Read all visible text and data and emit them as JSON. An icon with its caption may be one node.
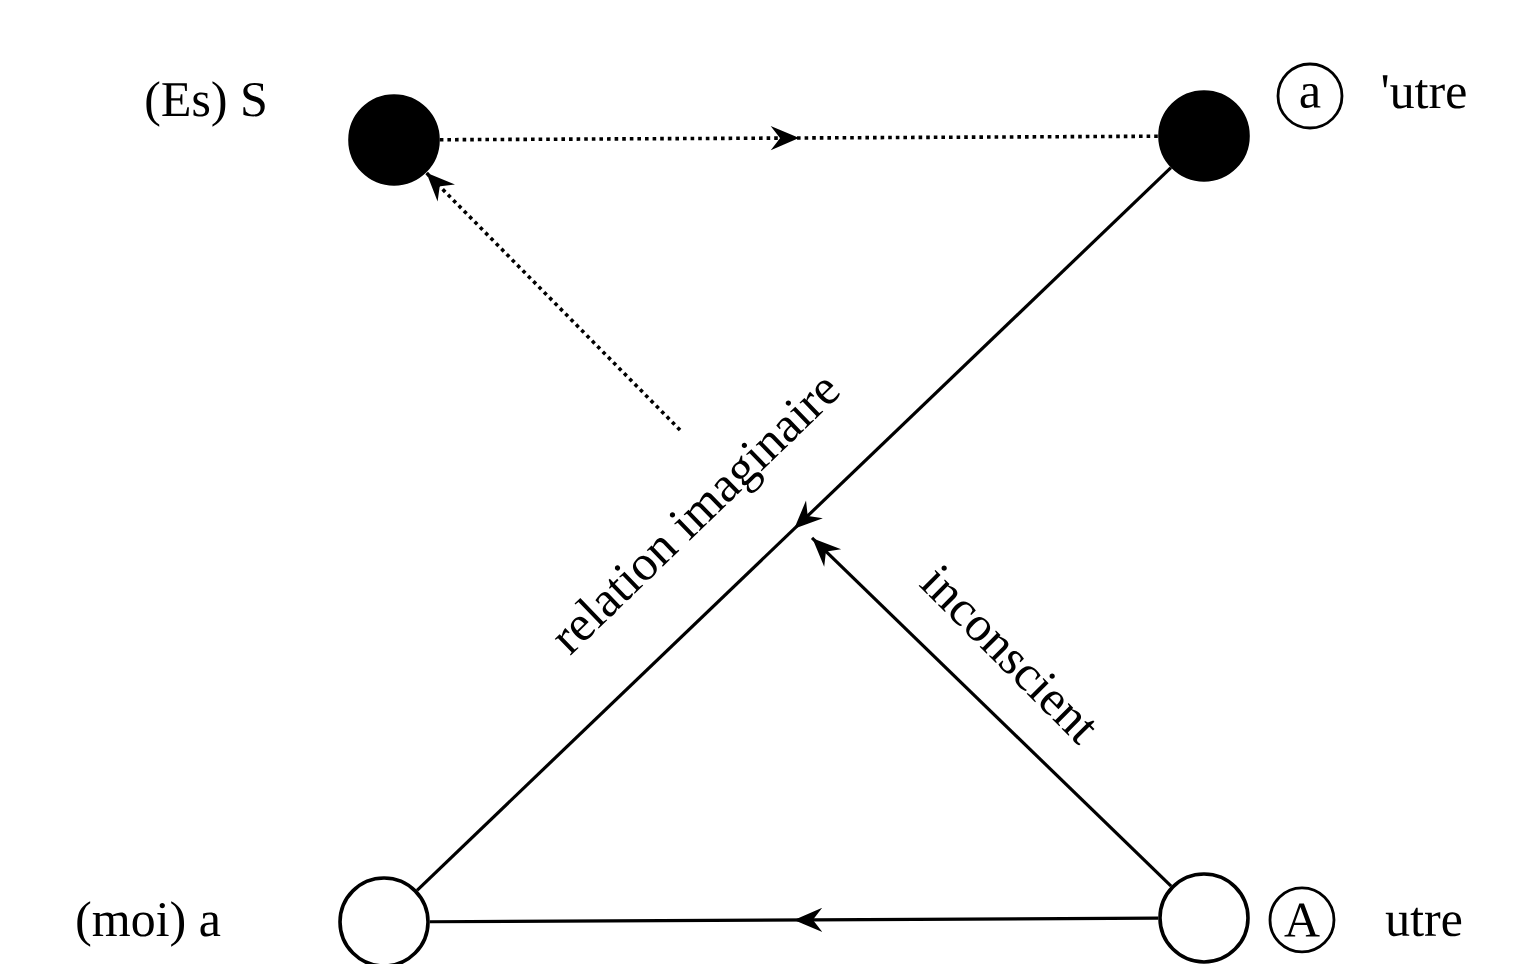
{
  "diagram": {
    "nodes": [
      {
        "text": [],
        "shape": "circle",
        "beside": [
          "(Es) S"
        ]
      },
      {
        "text": [],
        "shape": "circle",
        "beside": [
          "a",
          "'utre"
        ]
      },
      {
        "text": [],
        "shape": "circle",
        "beside": [
          "(moi) a"
        ]
      },
      {
        "text": [],
        "shape": "circle",
        "beside": [
          "A",
          "utre"
        ]
      }
    ],
    "edges": [
      {
        "from": 0,
        "to": 1,
        "arrow": "to",
        "style": "dashed"
      },
      {
        "from": 1,
        "to": 2,
        "arrow": "to",
        "label": "relation imaginaire"
      },
      {
        "from": 3,
        "to": 2,
        "arrow": "to"
      },
      {
        "from": 3,
        "to": null,
        "arrow": "to",
        "label": "inconscient"
      },
      {
        "from": null,
        "to": 0,
        "arrow": "to",
        "style": "dashed"
      }
    ]
  }
}
